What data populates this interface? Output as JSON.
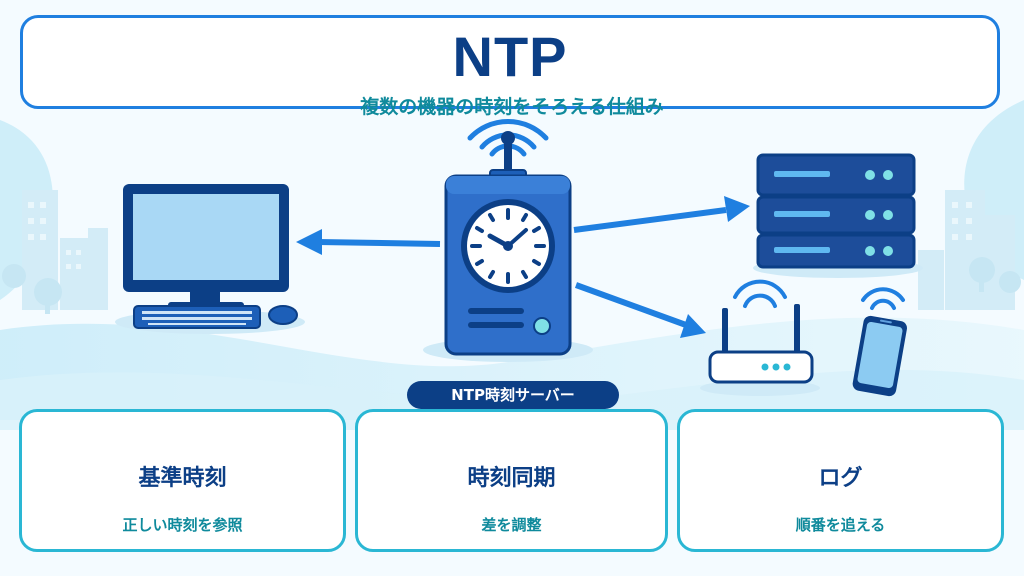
{
  "header": {
    "title": "NTP",
    "subtitle": "複数の機器の時刻をそろえる仕組み"
  },
  "server": {
    "label": "NTP時刻サーバー"
  },
  "cards": [
    {
      "title": "基準時刻",
      "desc": "正しい時刻を参照"
    },
    {
      "title": "時刻同期",
      "desc": "差を調整"
    },
    {
      "title": "ログ",
      "desc": "順番を追える"
    }
  ],
  "colors": {
    "primary": "#0c3f86",
    "accent": "#1f7fe0",
    "teal": "#0f8a9c",
    "card_border": "#2ab7d4"
  }
}
